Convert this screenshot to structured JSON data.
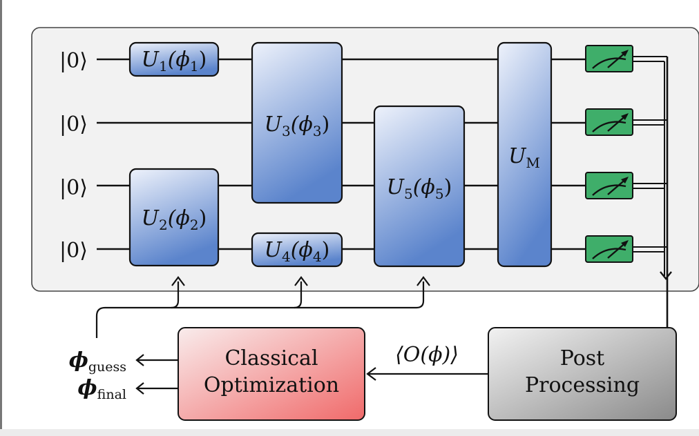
{
  "circuit": {
    "qubits": [
      {
        "state": "|0⟩"
      },
      {
        "state": "|0⟩"
      },
      {
        "state": "|0⟩"
      },
      {
        "state": "|0⟩"
      }
    ],
    "gates": [
      {
        "id": "U1",
        "base": "U",
        "sub": "1",
        "arg": "(ϕ",
        "argsub": "1",
        "close": ")"
      },
      {
        "id": "U2",
        "base": "U",
        "sub": "2",
        "arg": "(ϕ",
        "argsub": "2",
        "close": ")"
      },
      {
        "id": "U3",
        "base": "U",
        "sub": "3",
        "arg": "(ϕ",
        "argsub": "3",
        "close": ")"
      },
      {
        "id": "U4",
        "base": "U",
        "sub": "4",
        "arg": "(ϕ",
        "argsub": "4",
        "close": ")"
      },
      {
        "id": "U5",
        "base": "U",
        "sub": "5",
        "arg": "(ϕ",
        "argsub": "5",
        "close": ")"
      },
      {
        "id": "UM",
        "base": "U",
        "sub": "M"
      }
    ],
    "measurement_count": 4
  },
  "classical": {
    "optimizer_line1": "Classical",
    "optimizer_line2": "Optimization",
    "postproc_line1": "Post",
    "postproc_line2": "Processing",
    "expectation": "⟨O(ϕ)⟩",
    "phi_symbol": "ϕ",
    "guess_sub": "guess",
    "final_sub": "final"
  },
  "colors": {
    "panel_bg": "#f2f2f2",
    "gate_top": "#e8eefa",
    "gate_bottom": "#5b84cc",
    "meter": "#3fae6a",
    "optimizer_top": "#f8e6e6",
    "optimizer_bottom": "#f06a6a",
    "postproc_top": "#f0f0f0",
    "postproc_bottom": "#8c8c8c"
  }
}
